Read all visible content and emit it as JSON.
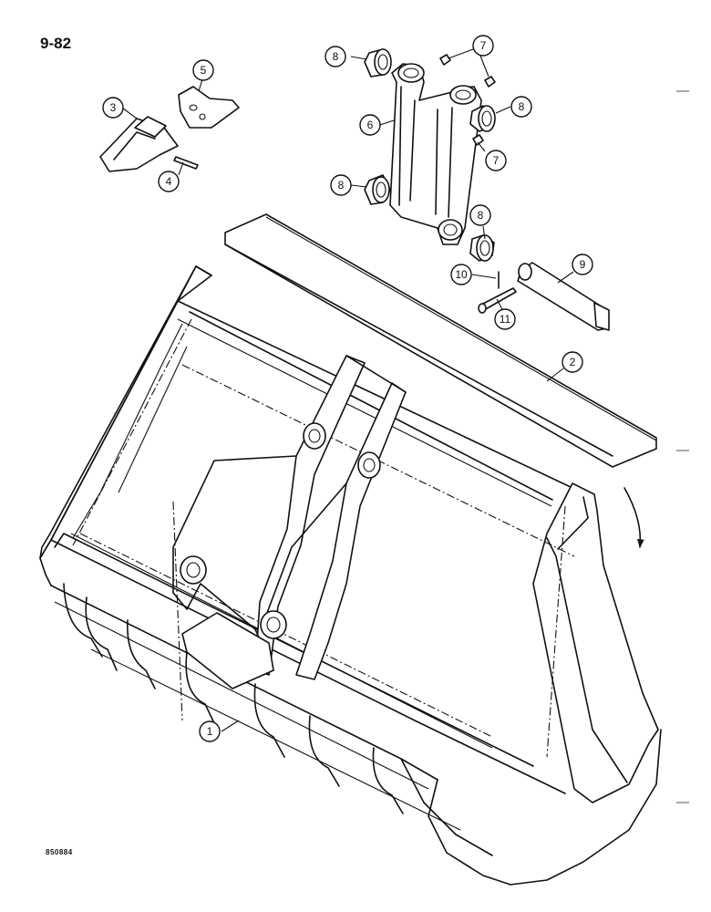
{
  "page": {
    "number": "9-82",
    "figure_code": "850884"
  },
  "callouts": {
    "c1": "1",
    "c2": "2",
    "c3": "3",
    "c4": "4",
    "c5": "5",
    "c6": "6",
    "c7a": "7",
    "c7b": "7",
    "c8a": "8",
    "c8b": "8",
    "c8c": "8",
    "c8d": "8",
    "c9": "9",
    "c10": "10",
    "c11": "11"
  }
}
